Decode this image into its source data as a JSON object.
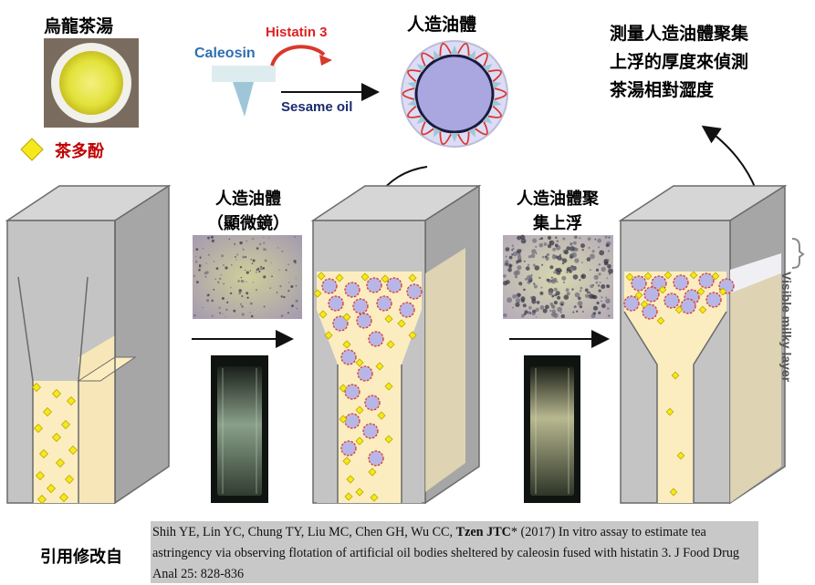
{
  "labels": {
    "oolong_tea": "烏龍茶湯",
    "tea_polyphenol": "茶多酚",
    "histatin": "Histatin 3",
    "caleosin": "Caleosin",
    "sesame_oil": "Sesame oil",
    "artificial_oil_body_top": "人造油體",
    "measure_text": "測量人造油體聚集上浮的厚度來偵測茶湯相對澀度",
    "microscope_title": "人造油體（顯微鏡）",
    "aggregation_title": "人造油體聚集上浮",
    "visible_milky_layer": "Visible milky layer",
    "cited_from": "引用修改自"
  },
  "citation": {
    "authors_prefix": "Shih YE, Lin YC, Chung TY, Liu MC, Chen GH, Wu CC, ",
    "corresponding_author": "Tzen JTC",
    "suffix": "* (2017) In vitro assay to estimate tea astringency via observing flotation of artificial oil bodies sheltered by caleosin fused with histatin 3. J Food Drug Anal 25: 828-836"
  },
  "colors": {
    "polyphenol": "#f7e81a",
    "oil_body": "#b8b6e6",
    "oil_body_ring": "#d8392b",
    "liquid": "#fcedc0",
    "box_gray": "#c4c4c4",
    "histatin_red": "#e02020",
    "caleosin_blue": "#2f6fb0"
  },
  "icons": [
    "tea-cup-photo",
    "diamond-icon",
    "caleosin-protein-icon",
    "arrow-icon",
    "oil-body-icon",
    "microscope-image",
    "cuvette-photo",
    "bracket-icon"
  ]
}
